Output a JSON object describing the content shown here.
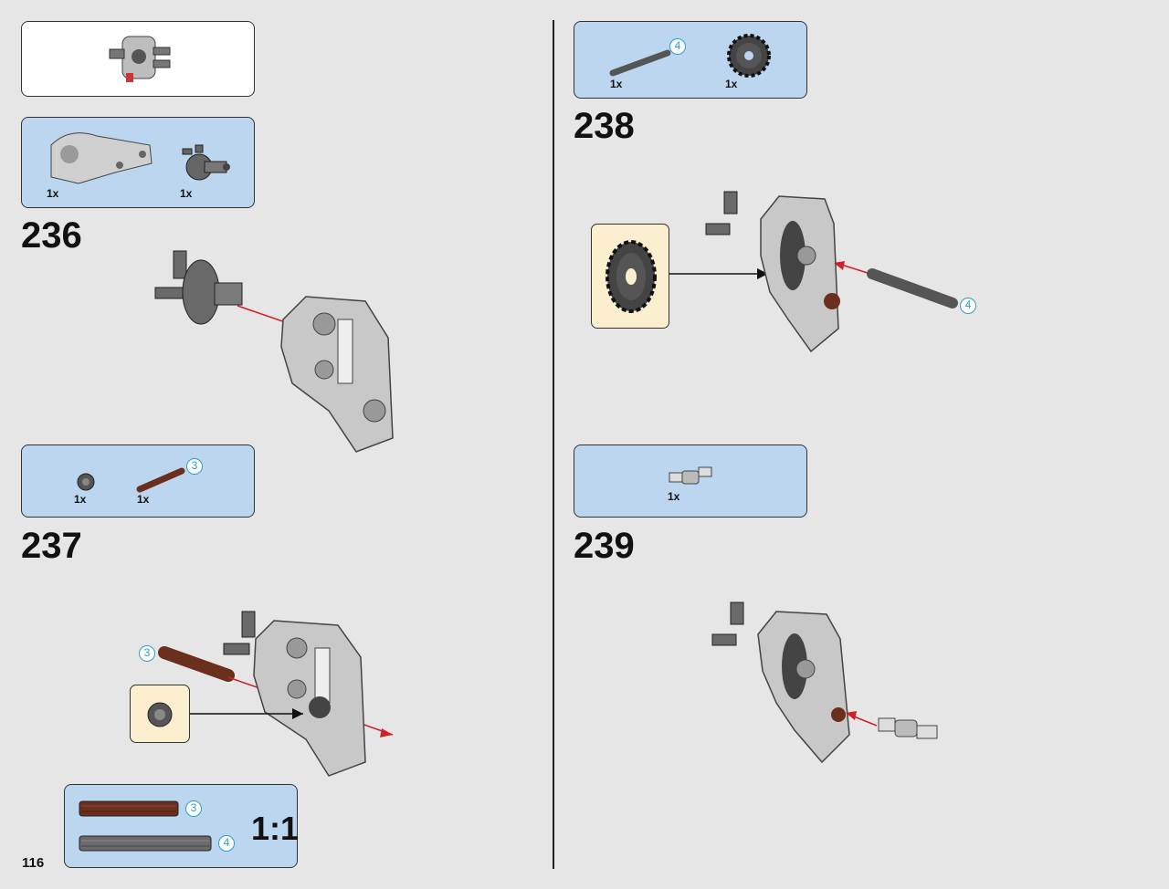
{
  "page_number": "116",
  "steps": [
    {
      "number": "236",
      "parts": [
        {
          "qty": "1x"
        },
        {
          "qty": "1x"
        }
      ]
    },
    {
      "number": "237",
      "parts": [
        {
          "qty": "1x"
        },
        {
          "qty": "1x",
          "callout": "3"
        }
      ],
      "callout_in_assembly": "3"
    },
    {
      "number": "238",
      "parts": [
        {
          "qty": "1x",
          "callout": "4"
        },
        {
          "qty": "1x"
        }
      ],
      "callout_in_assembly": "4"
    },
    {
      "number": "239",
      "parts": [
        {
          "qty": "1x"
        }
      ]
    }
  ],
  "preview": {
    "qty": null
  },
  "scale_box": {
    "label": "1:1",
    "callouts": [
      "3",
      "4"
    ]
  },
  "colors": {
    "part_box": "#bcd6ef",
    "subassembly_box": "#fbefcf",
    "callout": "#2b9fc9",
    "arrow": "#d0202a"
  }
}
